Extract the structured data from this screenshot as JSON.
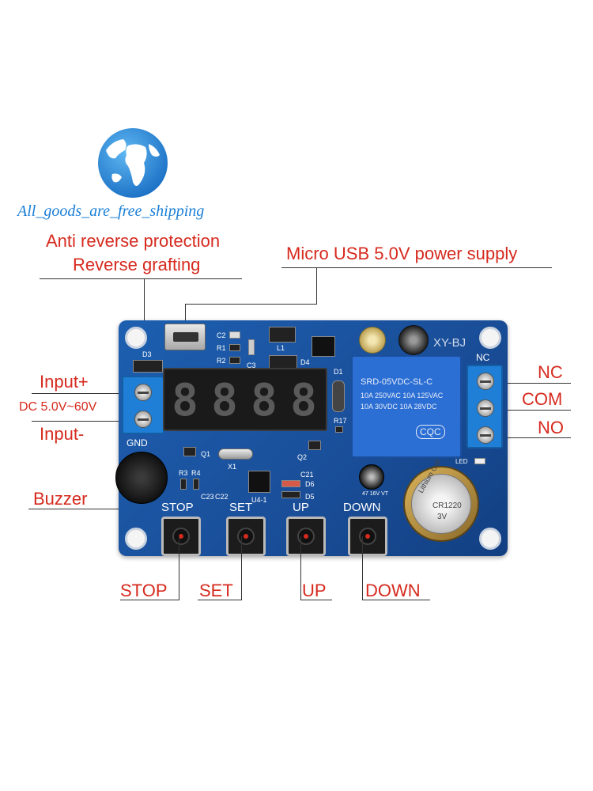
{
  "brand": {
    "store_name": "All_goods_are_free_shipping"
  },
  "callouts": {
    "anti_reverse_line1": "Anti reverse protection",
    "anti_reverse_line2": "Reverse grafting",
    "usb_power": "Micro USB 5.0V power supply",
    "input_plus": "Input+",
    "dc_range": "DC 5.0V~60V",
    "input_minus": "Input-",
    "buzzer": "Buzzer",
    "nc": "NC",
    "com": "COM",
    "no": "NO",
    "stop": "STOP",
    "set": "SET",
    "up": "UP",
    "down": "DOWN"
  },
  "board": {
    "model": "XY-BJ",
    "display_digits": [
      "8",
      "8",
      "8",
      "8"
    ],
    "silkscreen": {
      "d3": "D3",
      "gnd": "GND",
      "c2": "C2",
      "r1": "R1",
      "r2": "R2",
      "c3": "C3",
      "l1": "L1",
      "d4": "D4",
      "d1": "D1",
      "r17": "R17",
      "q1": "Q1",
      "x1": "X1",
      "q2": "Q2",
      "r3": "R3",
      "r4": "R4",
      "c23": "C23",
      "c22": "C22",
      "c21": "C21",
      "d6": "D6",
      "d5": "D5",
      "u4": "U4-1",
      "led": "LED",
      "nc": "NC",
      "cap": "47 16V VT"
    },
    "relay": {
      "model": "SRD-05VDC-SL-C",
      "line1": "10A 250VAC  10A 125VAC",
      "line2": "10A 30VDC  10A 28VDC",
      "brand": "CQC"
    },
    "battery": {
      "line1": "Lithium Cell",
      "line2": "CR1220",
      "line3": "3V"
    },
    "buttons": [
      {
        "label": "STOP"
      },
      {
        "label": "SET"
      },
      {
        "label": "UP"
      },
      {
        "label": "DOWN"
      }
    ]
  },
  "colors": {
    "callout_red": "#d62a1e",
    "pcb_blue": "#1a4f9a",
    "logo_blue": "#1a7fd6"
  }
}
